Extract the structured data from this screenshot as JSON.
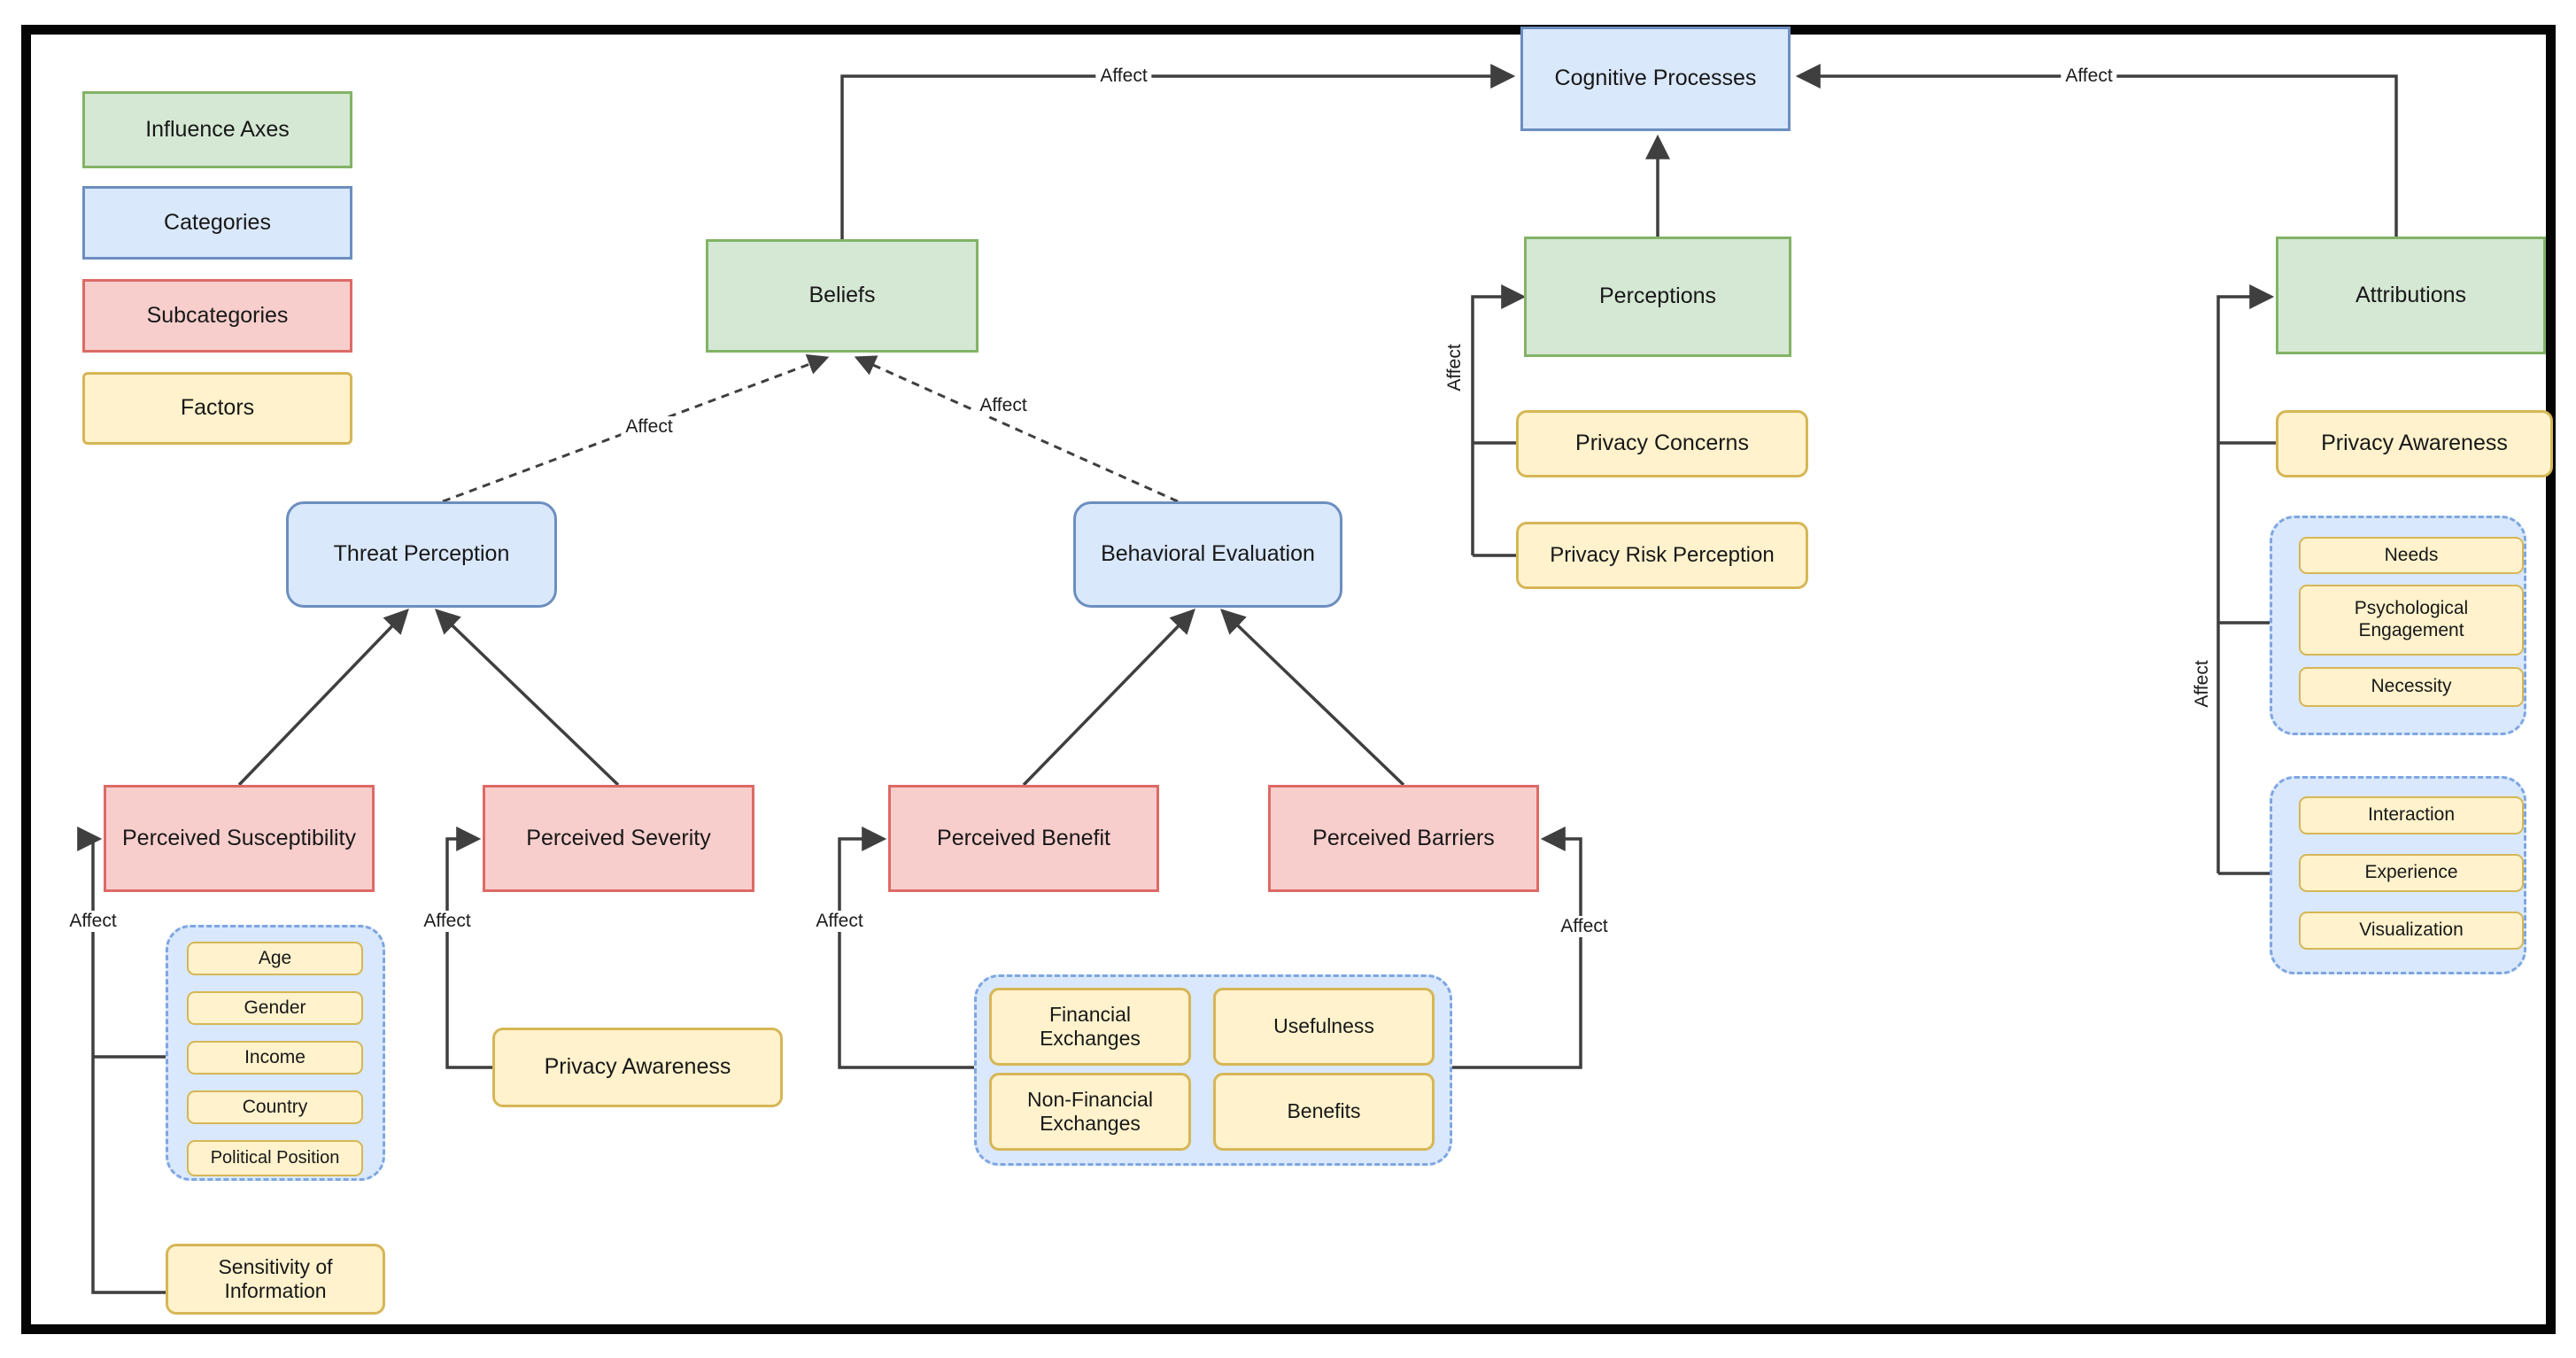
{
  "edge_label": "Affect",
  "legend": {
    "influence_axes": "Influence Axes",
    "categories": "Categories",
    "subcategories": "Subcategories",
    "factors": "Factors"
  },
  "nodes": {
    "cognitive_processes": {
      "label": "Cognitive Processes",
      "type": "category"
    },
    "beliefs": {
      "label": "Beliefs",
      "type": "influence-axis"
    },
    "perceptions": {
      "label": "Perceptions",
      "type": "influence-axis"
    },
    "attributions": {
      "label": "Attributions",
      "type": "influence-axis"
    },
    "threat_perception": {
      "label": "Threat Perception",
      "type": "category"
    },
    "behavioral_evaluation": {
      "label": "Behavioral Evaluation",
      "type": "category"
    },
    "perceived_susceptibility": {
      "label": "Perceived Susceptibility",
      "type": "subcategory"
    },
    "perceived_severity": {
      "label": "Perceived Severity",
      "type": "subcategory"
    },
    "perceived_benefit": {
      "label": "Perceived Benefit",
      "type": "subcategory"
    },
    "perceived_barriers": {
      "label": "Perceived Barriers",
      "type": "subcategory"
    },
    "privacy_concerns": {
      "label": "Privacy Concerns",
      "type": "factor"
    },
    "privacy_risk_perception": {
      "label": "Privacy Risk Perception",
      "type": "factor"
    },
    "privacy_awareness_attributions": {
      "label": "Privacy Awareness",
      "type": "factor"
    },
    "privacy_awareness_severity": {
      "label": "Privacy Awareness",
      "type": "factor"
    },
    "sensitivity_of_information": {
      "label": "Sensitivity of Information",
      "type": "factor"
    },
    "age": {
      "label": "Age",
      "type": "factor"
    },
    "gender": {
      "label": "Gender",
      "type": "factor"
    },
    "income": {
      "label": "Income",
      "type": "factor"
    },
    "country": {
      "label": "Country",
      "type": "factor"
    },
    "political_position": {
      "label": "Political Position",
      "type": "factor"
    },
    "financial_exchanges": {
      "label": "Financial Exchanges",
      "type": "factor"
    },
    "usefulness": {
      "label": "Usefulness",
      "type": "factor"
    },
    "non_financial_exchanges": {
      "label": "Non-Financial Exchanges",
      "type": "factor"
    },
    "benefits": {
      "label": "Benefits",
      "type": "factor"
    },
    "needs": {
      "label": "Needs",
      "type": "factor"
    },
    "psychological_engagement": {
      "label": "Psychological Engagement",
      "type": "factor"
    },
    "necessity": {
      "label": "Necessity",
      "type": "factor"
    },
    "interaction": {
      "label": "Interaction",
      "type": "factor"
    },
    "experience": {
      "label": "Experience",
      "type": "factor"
    },
    "visualization": {
      "label": "Visualization",
      "type": "factor"
    }
  },
  "colors": {
    "influence_axes_fill": "#d5e8d4",
    "influence_axes_stroke": "#82b366",
    "categories_fill": "#dae8fc",
    "categories_stroke": "#6c8ebf",
    "subcategories_fill": "#f8cecc",
    "subcategories_stroke": "#dd6a66",
    "factors_fill": "#fff2cc",
    "factors_stroke": "#d6b656",
    "group_container_fill": "#d9e8fc",
    "group_container_stroke": "#7ea6e0",
    "edge_color": "#3f3f3f",
    "border_color": "#050505"
  }
}
